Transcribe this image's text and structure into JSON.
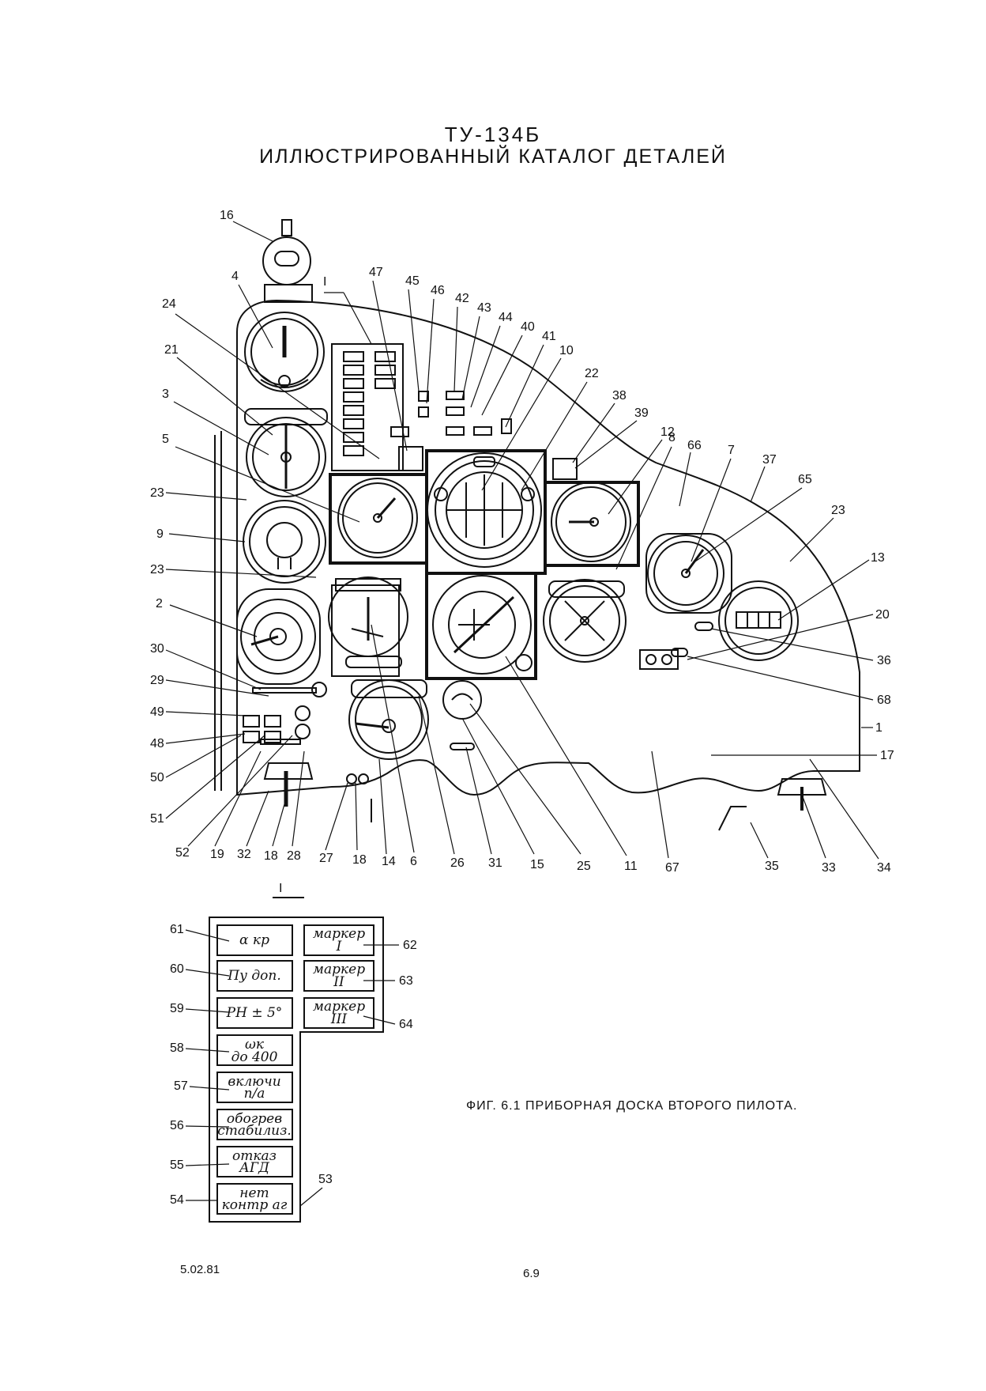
{
  "header": {
    "model": "ТУ-134Б",
    "catalog": "ИЛЛЮСТРИРОВАННЫЙ КАТАЛОГ ДЕТАЛЕЙ"
  },
  "caption": "ФИГ. 6.1  ПРИБОРНАЯ ДОСКА ВТОРОГО ПИЛОТА.",
  "footer": {
    "date": "5.02.81",
    "page": "6.9"
  },
  "view_marker": "I",
  "callouts": [
    "1",
    "2",
    "3",
    "4",
    "5",
    "6",
    "7",
    "8",
    "9",
    "10",
    "11",
    "12",
    "13",
    "14",
    "15",
    "16",
    "17",
    "18",
    "19",
    "20",
    "21",
    "22",
    "23",
    "24",
    "25",
    "26",
    "27",
    "28",
    "29",
    "30",
    "31",
    "32",
    "33",
    "34",
    "35",
    "36",
    "37",
    "38",
    "39",
    "40",
    "41",
    "42",
    "43",
    "44",
    "45",
    "46",
    "47",
    "48",
    "49",
    "50",
    "51",
    "52",
    "53",
    "54",
    "55",
    "56",
    "57",
    "58",
    "59",
    "60",
    "61",
    "62",
    "63",
    "64",
    "65",
    "66",
    "67",
    "68"
  ],
  "panel_labels": {
    "p61": [
      "α кр"
    ],
    "p60": [
      "Пу доп."
    ],
    "p59": [
      "РН ± 5°"
    ],
    "p58": [
      "ωк",
      "до 400"
    ],
    "p57": [
      "включи",
      "п/а"
    ],
    "p56": [
      "обогрев",
      "стабилиз."
    ],
    "p55": [
      "отказ",
      "АГД"
    ],
    "p54": [
      "нет",
      "контр аг"
    ],
    "p62": [
      "маркер",
      "I"
    ],
    "p63": [
      "маркер",
      "II"
    ],
    "p64": [
      "маркер",
      "III"
    ]
  }
}
